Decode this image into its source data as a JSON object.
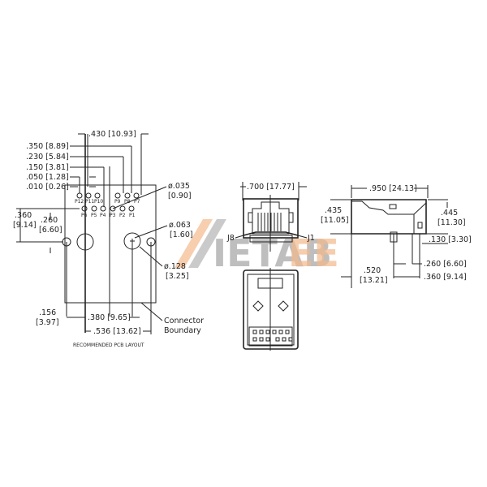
{
  "pcb_layout": {
    "caption": "RECOMMENDED PCB LAYOUT",
    "dims": {
      "top_width": ".430 [10.93]",
      "row_350": ".350 [8.89]",
      "row_230": ".230 [5.84]",
      "row_150": ".150 [3.81]",
      "row_050": ".050 [1.28]",
      "row_010": ".010 [0.26]",
      "left_360_a": ".360",
      "left_360_b": "[9.14]",
      "left_260_a": ".260",
      "left_260_b": "[6.60]",
      "pin_dia_a": "ø.035",
      "pin_dia_b": "[0.90]",
      "small_hole_a": "ø.063",
      "small_hole_b": "[1.60]",
      "big_hole_a": "ø.128",
      "big_hole_b": "[3.25]",
      "bottom_156_a": ".156",
      "bottom_156_b": "[3.97]",
      "bottom_380": ".380 [9.65]",
      "bottom_536": ".536 [13.62]",
      "connector_boundary_a": "Connector",
      "connector_boundary_b": "Boundary"
    },
    "pins_top": [
      "P12",
      "P11",
      "P10",
      "P9",
      "P8",
      "P7"
    ],
    "pins_bottom": [
      "P6",
      "P5",
      "P4",
      "P3",
      "P2",
      "P1"
    ]
  },
  "front_view": {
    "width_dim": ".700 [17.77]",
    "label_left": "J8",
    "label_right": "J1"
  },
  "side_view": {
    "width_dim": ".950 [24.13]",
    "left_height_a": ".435",
    "left_height_b": "[11.05]",
    "right_height_a": ".445",
    "right_height_b": "[11.30]",
    "pin_len": ".130 [3.30]",
    "pin_260": ".260 [6.60]",
    "pin_360": ".360 [9.14]",
    "depth_a": ".520",
    "depth_b": "[13.21]"
  },
  "watermark": {
    "gray_text": "IETAB",
    "orange_text": "EE",
    "gray_color": "#8a8a8a",
    "orange_color": "#f3b98b"
  }
}
